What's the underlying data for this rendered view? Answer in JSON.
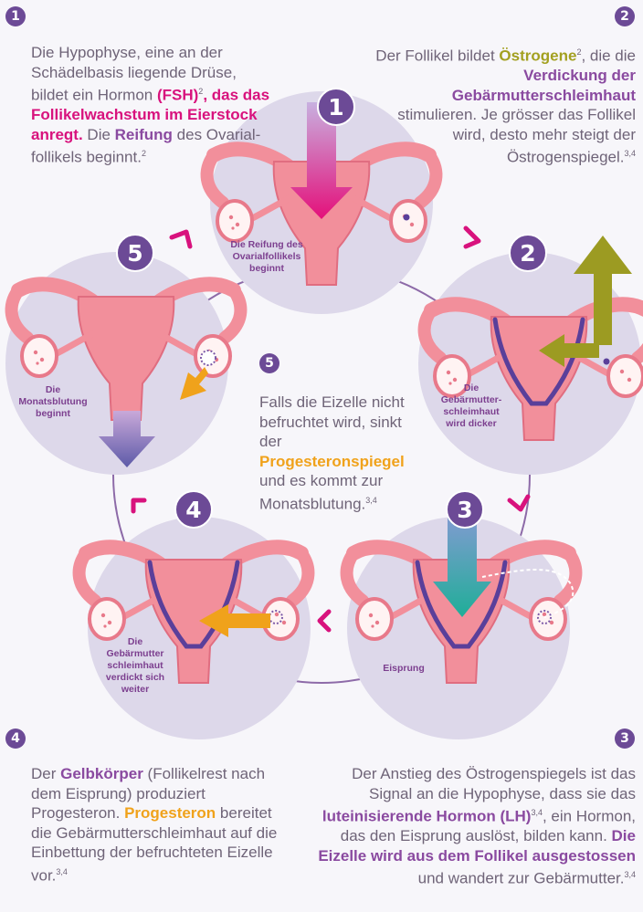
{
  "steps": {
    "s1": {
      "num": "1",
      "text_a": "Die Hypophyse, eine an der Schädelbasis liegende Drüse, bildet ein Hormon ",
      "hl_a": "(FSH)",
      "sup_a": "2",
      "hl_b": ", das das Follikelwachstum im Eierstock anregt.",
      "text_b": " Die ",
      "hl_c": "Reifung",
      "text_c": " des Ovarial-follikels beginnt.",
      "sup_c": "2",
      "circle_label": [
        "Die Reifung des",
        "Ovarialfollikels",
        "beginnt"
      ]
    },
    "s2": {
      "num": "2",
      "text_a": "Der Follikel bildet ",
      "hl_a": "Östrogene",
      "sup_a": "2",
      "text_b": ", die die ",
      "hl_b": "Verdickung der Gebärmutterschleimhaut",
      "text_c": " stimulieren. Je grösser das Follikel wird, desto mehr steigt der Östrogenspiegel.",
      "sup_c": "3,4",
      "circle_label": [
        "Die",
        "Gebärmutter-",
        "schleimhaut",
        "wird dicker"
      ]
    },
    "s3": {
      "num": "3",
      "text_a": "Der Anstieg des Östrogenspiegels ist das Signal an die Hypophyse, dass sie das ",
      "hl_a": "luteinisierende Hormon (LH)",
      "sup_a": "3,4",
      "text_b": ", ein Hormon, das den Eisprung auslöst, bilden kann. ",
      "hl_b": "Die Eizelle wird aus dem Follikel ausgestossen",
      "text_c": " und wandert zur Gebärmutter.",
      "sup_c": "3,4",
      "circle_label": [
        "Eisprung"
      ]
    },
    "s4": {
      "num": "4",
      "text_a": "Der ",
      "hl_a": "Gelbkörper",
      "text_b": " (Follikelrest nach dem Eisprung) produziert Progesteron. ",
      "hl_b": "Progesteron",
      "text_c": " bereitet die Gebärmutterschleimhaut auf die Einbettung der befruchteten Eizelle vor.",
      "sup_c": "3,4",
      "circle_label": [
        "Die",
        "Gebärmutter",
        "schleimhaut",
        "verdickt sich",
        "weiter"
      ]
    },
    "s5": {
      "num": "5",
      "text_a": "Falls die Eizelle nicht befruchtet wird, sinkt der ",
      "hl_a": "Progesteronspiegel",
      "text_b": " und es kommt zur Monatsblutung.",
      "sup_b": "3,4",
      "circle_label": [
        "Die",
        "Monatsblutung",
        "beginnt"
      ]
    }
  },
  "colors": {
    "circle": "#ddd8ea",
    "uterus": "#f28f9b",
    "uterus_dark": "#e06d80",
    "lining": "#5a3f9a",
    "badge": "#6c4a96",
    "magenta": "#d8127d",
    "olive": "#a3a020",
    "orange": "#f0a21b",
    "teal": "#3fb6a0"
  }
}
